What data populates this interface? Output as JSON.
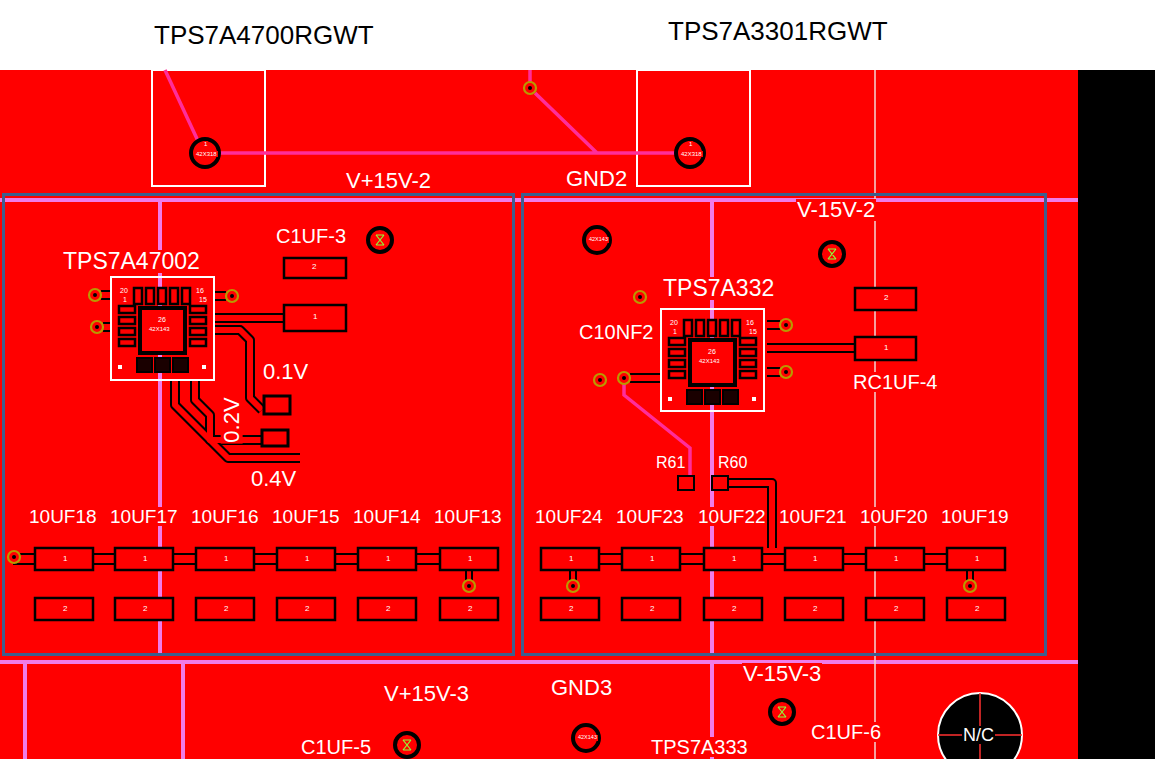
{
  "diagram": {
    "nodes": [
      {
        "text": [
          "V+15V-2"
        ]
      },
      {
        "text": [
          "TPS7A47002"
        ],
        "in": 0
      },
      {
        "text": [
          "V-15V-2"
        ]
      },
      {
        "text": [
          "TPS7A332"
        ],
        "in": 2
      }
    ],
    "labels": [
      "TPS7A4700RGWT",
      "TPS7A3301RGWT",
      "1",
      "42X318",
      "1",
      "42X318",
      "GND2",
      "C1UF-3",
      "42X143",
      "2",
      "20",
      "1",
      "16",
      "15",
      "26",
      "42X143",
      "1",
      "C10NF2",
      "20",
      "1",
      "16",
      "15",
      "26",
      "42X143",
      "2",
      "1",
      "0.1V",
      "RC1UF-4",
      "0.2V",
      "R61",
      "R60",
      "0.4V",
      "10UF18",
      "10UF17",
      "10UF16",
      "10UF15",
      "10UF14",
      "10UF13",
      "10UF24",
      "10UF23",
      "10UF22",
      "10UF21",
      "10UF20",
      "10UF19",
      "1",
      "1",
      "1",
      "1",
      "1",
      "1",
      "1",
      "1",
      "1",
      "1",
      "1",
      "1",
      "2",
      "2",
      "2",
      "2",
      "2",
      "2",
      "2",
      "2",
      "2",
      "2",
      "2",
      "2",
      "V-15V-3",
      "GND3",
      "V+15V-3",
      "42X143",
      "C1UF-6",
      "C1UF-5",
      "TPS7A333",
      "N/C"
    ]
  }
}
